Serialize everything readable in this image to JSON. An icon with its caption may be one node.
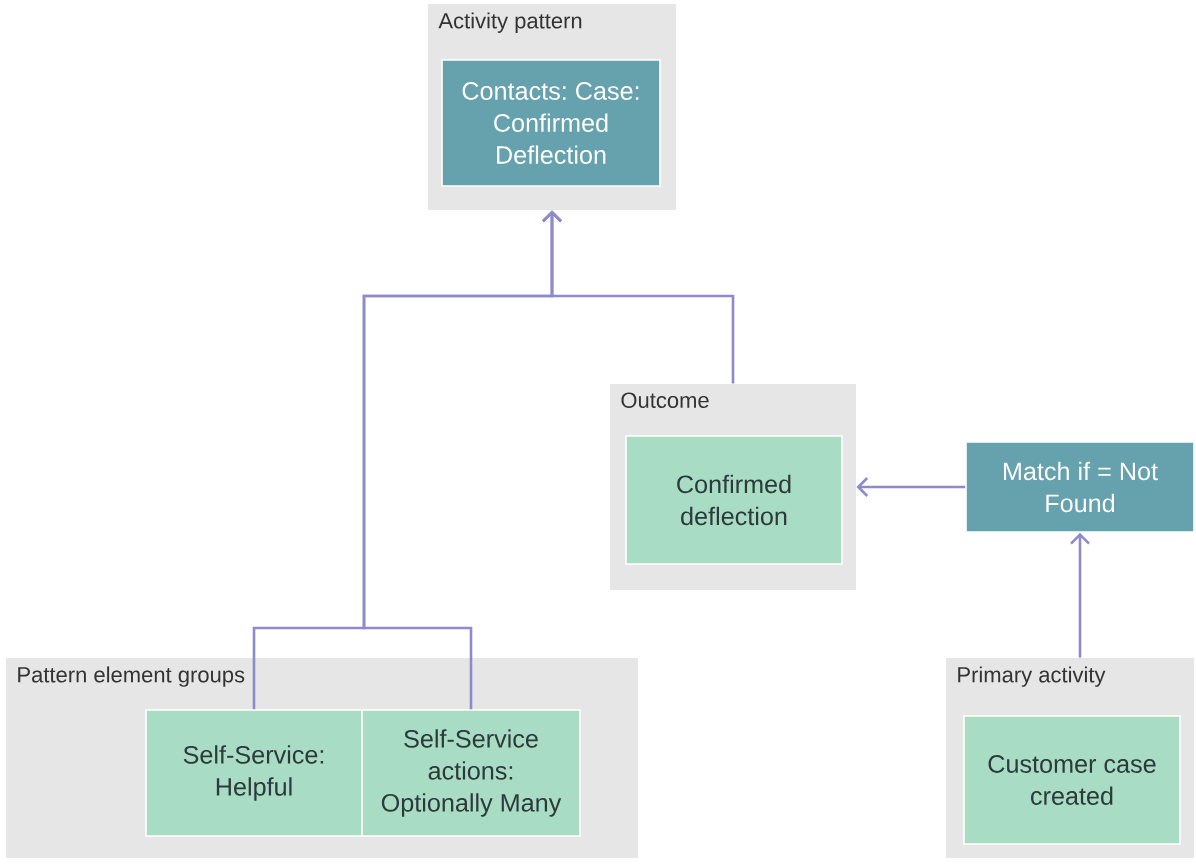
{
  "diagram": {
    "nodes": [
      {
        "text": [
          "Activity pattern"
        ]
      },
      {
        "text": [
          "Contacts: Case: Confirmed Deflection"
        ],
        "in": 0
      },
      {
        "text": [
          "Outcome"
        ]
      },
      {
        "text": [
          "Confirmed deflection"
        ],
        "in": 2
      },
      {
        "text": [
          "Match if = Not Found"
        ]
      },
      {
        "text": [
          "Pattern element groups"
        ]
      },
      {
        "text": [
          "Self-Service: Helpful"
        ],
        "in": 5
      },
      {
        "text": [
          "Self-Service actions: Optionally Many"
        ],
        "in": 5
      },
      {
        "text": [
          "Primary activity"
        ]
      },
      {
        "text": [
          "Customer case created"
        ],
        "in": 8
      }
    ],
    "edges": [
      {
        "from": 6,
        "to": 0,
        "arrow": "to"
      },
      {
        "from": 7,
        "to": 0,
        "arrow": "to"
      },
      {
        "from": 2,
        "to": 0,
        "arrow": "to"
      },
      {
        "from": 4,
        "to": 2,
        "arrow": "to"
      },
      {
        "from": 8,
        "to": 4,
        "arrow": "to"
      }
    ]
  }
}
